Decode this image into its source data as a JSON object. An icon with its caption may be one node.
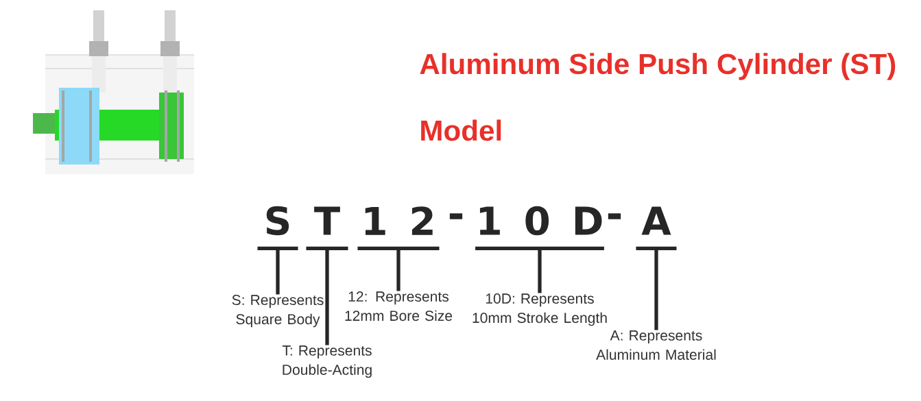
{
  "diagram": {
    "title": "Aluminum Side Push Cylinder (ST)",
    "nodes": [
      {
        "text": [
          "S"
        ]
      },
      {
        "text": [
          "T"
        ]
      },
      {
        "text": [
          "1 2"
        ]
      },
      {
        "text": [
          "1 0 D"
        ]
      },
      {
        "text": [
          "A"
        ]
      },
      {
        "text": [
          "S: Represents Square Body"
        ]
      },
      {
        "text": [
          "T: Represents Double-Acting"
        ]
      },
      {
        "text": [
          "12: Represents 12mm Bore Size"
        ]
      },
      {
        "text": [
          "10D: Represents 10mm Stroke Length"
        ]
      },
      {
        "text": [
          "A: Represents Aluminum Material"
        ]
      }
    ],
    "edges": [
      {
        "from": 5,
        "to": 0,
        "arrow": "none"
      },
      {
        "from": 6,
        "to": 1,
        "arrow": "none"
      },
      {
        "from": 7,
        "to": 2,
        "arrow": "none"
      },
      {
        "from": 8,
        "to": 3,
        "arrow": "none"
      },
      {
        "from": 9,
        "to": 4,
        "arrow": "none"
      }
    ],
    "labels": [
      "Model",
      "-",
      "-"
    ]
  }
}
